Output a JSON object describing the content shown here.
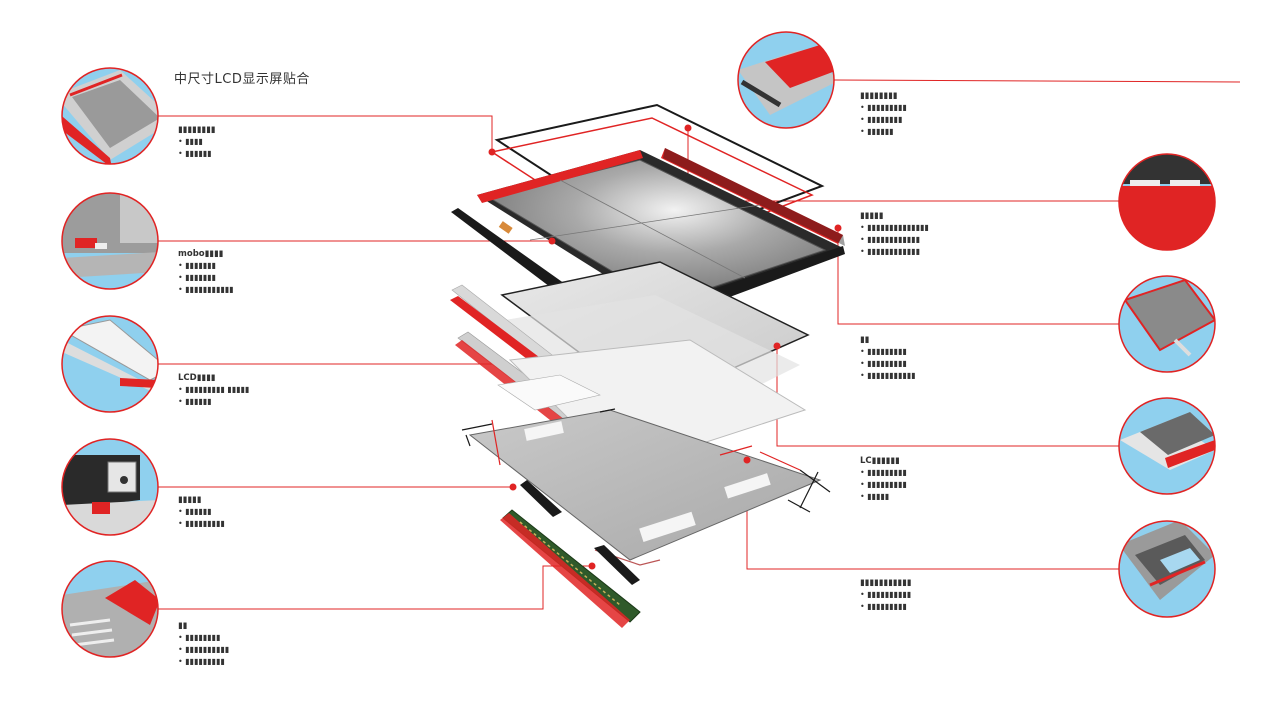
{
  "title": "中尺寸LCD显示屏贴合",
  "colors": {
    "accent": "#e02424",
    "circle_fill": "#8fd0ee",
    "frame_dark": "#1a1a1a",
    "panel_gray": "#9a9a9a",
    "pcb_green": "#2f5a2a"
  },
  "labels": [
    {
      "id": "l1",
      "head": "▮▮▮▮▮▮▮▮",
      "items": [
        "▮▮▮▮",
        "▮▮▮▮▮▮"
      ]
    },
    {
      "id": "l2",
      "head": "mobo▮▮▮▮",
      "items": [
        "▮▮▮▮▮▮▮",
        "▮▮▮▮▮▮▮",
        "▮▮▮▮▮▮▮▮▮▮▮"
      ]
    },
    {
      "id": "l3",
      "head": "LCD▮▮▮▮",
      "items": [
        "▮▮▮▮▮▮▮▮▮   ▮▮▮▮▮",
        "▮▮▮▮▮▮"
      ]
    },
    {
      "id": "l4",
      "head": "▮▮▮▮▮",
      "items": [
        "▮▮▮▮▮▮",
        "▮▮▮▮▮▮▮▮▮"
      ]
    },
    {
      "id": "l5",
      "head": "▮▮",
      "items": [
        "▮▮▮▮▮▮▮▮",
        "▮▮▮▮▮▮▮▮▮▮",
        "▮▮▮▮▮▮▮▮▮"
      ]
    },
    {
      "id": "r1",
      "head": "▮▮▮▮▮▮▮▮",
      "items": [
        "▮▮▮▮▮▮▮▮▮",
        "▮▮▮▮▮▮▮▮",
        "▮▮▮▮▮▮"
      ]
    },
    {
      "id": "r2",
      "head": "▮▮▮▮▮",
      "items": [
        "▮▮▮▮▮▮▮▮▮▮▮▮▮▮",
        "▮▮▮▮▮▮▮▮▮▮▮▮",
        "▮▮▮▮▮▮▮▮▮▮▮▮"
      ]
    },
    {
      "id": "r3",
      "head": "▮▮",
      "items": [
        "▮▮▮▮▮▮▮▮▮",
        "▮▮▮▮▮▮▮▮▮",
        "▮▮▮▮▮▮▮▮▮▮▮"
      ]
    },
    {
      "id": "r4",
      "head": "LC▮▮▮▮▮▮",
      "items": [
        "▮▮▮▮▮▮▮▮▮",
        "▮▮▮▮▮▮▮▮▮",
        "▮▮▮▮▮"
      ]
    },
    {
      "id": "r5",
      "head": "▮▮▮▮▮▮▮▮▮▮▮",
      "items": [
        "▮▮▮▮▮▮▮▮▮▮",
        "▮▮▮▮▮▮▮▮▮"
      ]
    }
  ]
}
